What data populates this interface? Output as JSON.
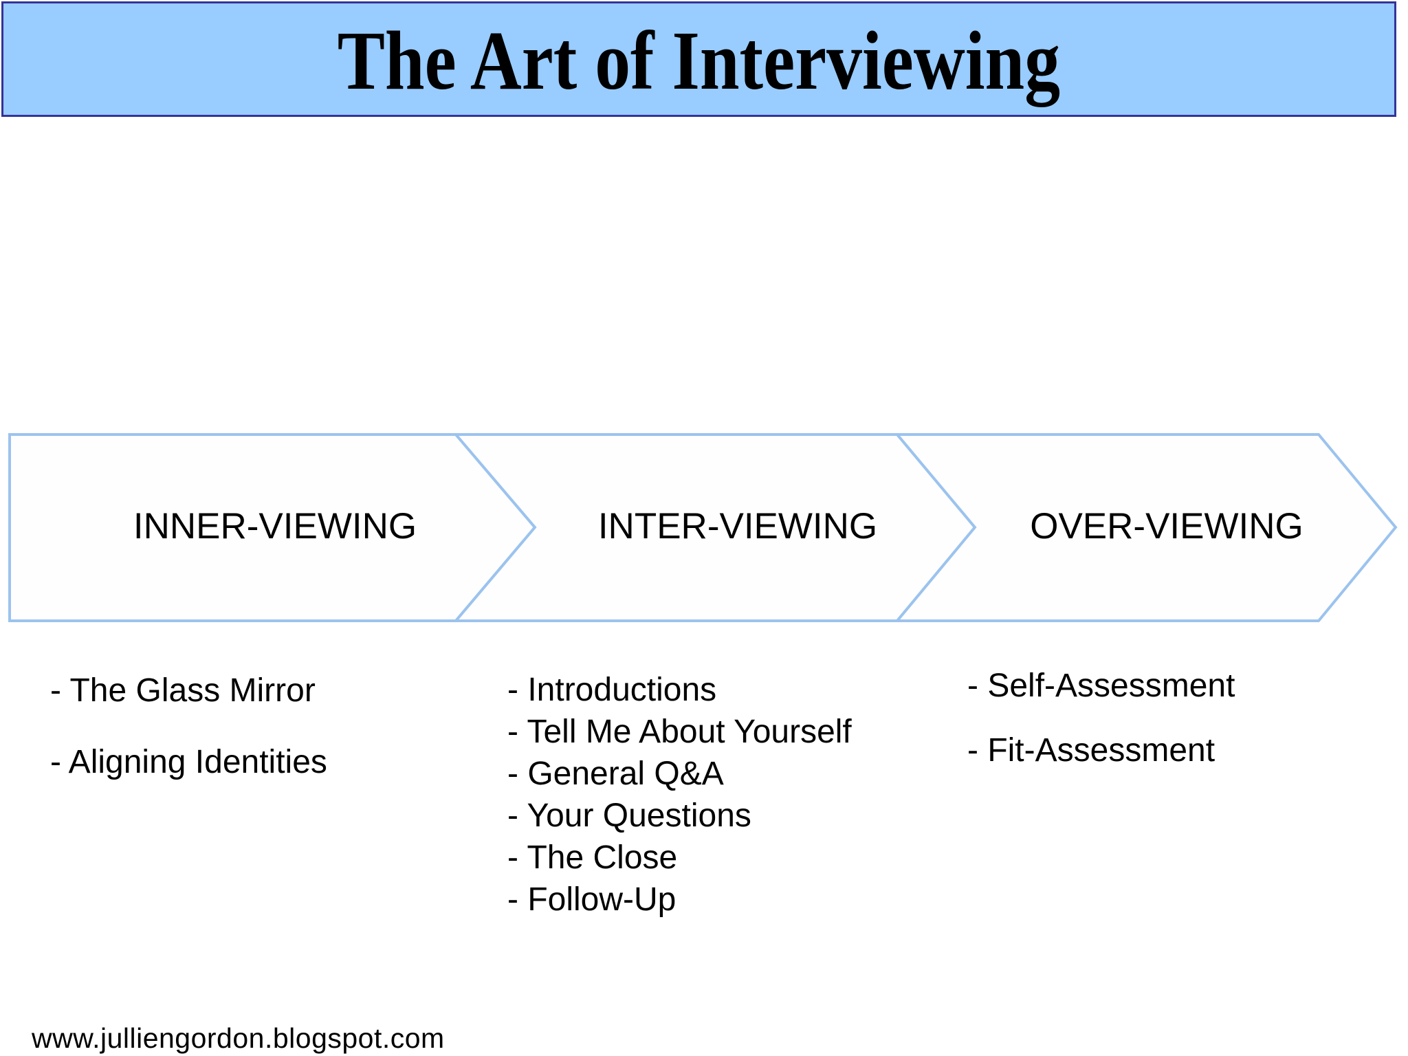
{
  "slide": {
    "title": "The Art of Interviewing",
    "footer": "www.julliengordon.blogspot.com",
    "stages": [
      {
        "label": "INNER-VIEWING",
        "items": [
          "- The Glass Mirror",
          "- Aligning Identities"
        ]
      },
      {
        "label": "INTER-VIEWING",
        "items": [
          "- Introductions",
          "- Tell Me About Yourself",
          "- General Q&A",
          "- Your Questions",
          "- The Close",
          "- Follow-Up"
        ]
      },
      {
        "label": "OVER-VIEWING",
        "items": [
          "- Self-Assessment",
          "- Fit-Assessment"
        ]
      }
    ]
  },
  "colors": {
    "title_bar_bg": "#99CCFF",
    "title_bar_border": "#333399",
    "chevron_stroke": "#9CC3EE",
    "chevron_fill": "#FEFEFF",
    "text": "#000000"
  }
}
